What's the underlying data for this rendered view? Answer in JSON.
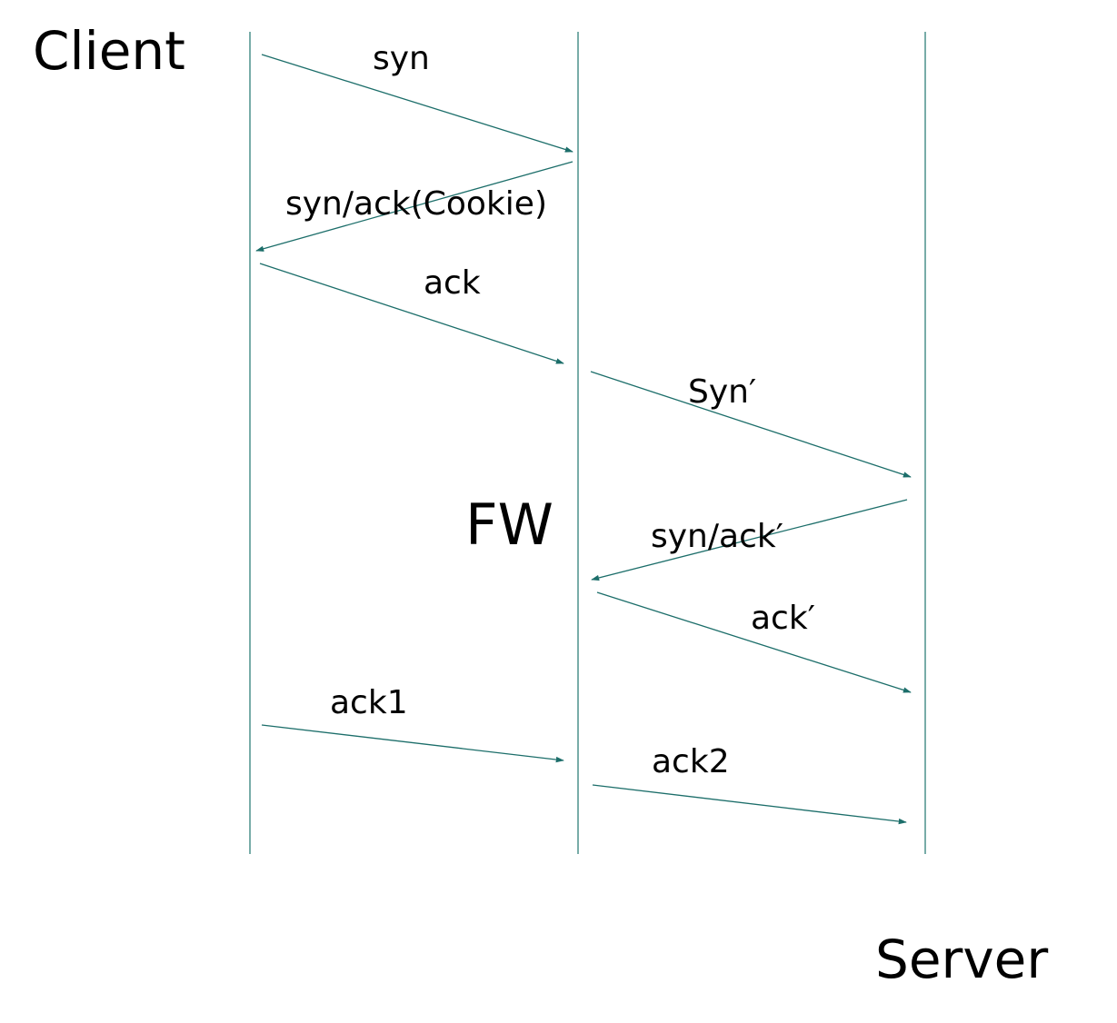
{
  "nodes": {
    "client": "Client",
    "fw": "FW",
    "server": "Server"
  },
  "messages": [
    {
      "label": "syn",
      "from": "client",
      "to": "fw"
    },
    {
      "label": "syn/ack(Cookie)",
      "from": "fw",
      "to": "client"
    },
    {
      "label": "ack",
      "from": "client",
      "to": "fw"
    },
    {
      "label": "Syn′",
      "from": "fw",
      "to": "server"
    },
    {
      "label": "syn/ack′",
      "from": "server",
      "to": "fw"
    },
    {
      "label": "ack′",
      "from": "fw",
      "to": "server"
    },
    {
      "label": "ack1",
      "from": "client",
      "to": "fw"
    },
    {
      "label": "ack2",
      "from": "fw",
      "to": "server"
    }
  ],
  "colors": {
    "line": "#1c6e6a",
    "text": "#000000",
    "background": "#ffffff"
  }
}
